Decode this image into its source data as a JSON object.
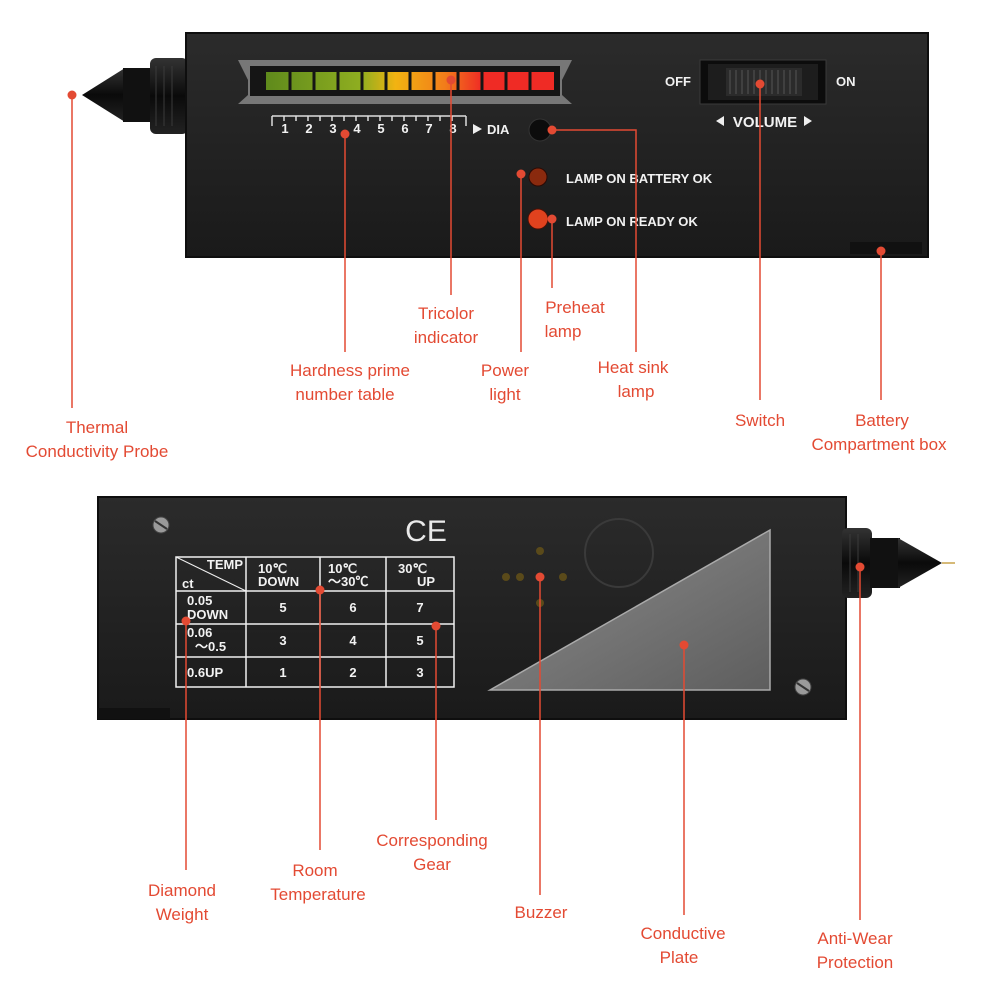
{
  "colors": {
    "callout": "#e34a33",
    "device_body": "#202020",
    "device_edge": "#0e0e0e",
    "indicator_green": "#7fb31f",
    "indicator_yellow": "#f2b311",
    "indicator_red": "#ef2b25"
  },
  "top_device": {
    "scale_numbers": [
      "1",
      "2",
      "3",
      "4",
      "5",
      "6",
      "7",
      "8"
    ],
    "scale_end_label": "DIA",
    "switch_off_label": "OFF",
    "switch_on_label": "ON",
    "volume_label": "VOLUME",
    "lamp_battery_label": "LAMP ON BATTERY OK",
    "lamp_ready_label": "LAMP ON READY OK"
  },
  "bottom_device": {
    "ce_mark": "CE",
    "table": {
      "corner_top": "TEMP",
      "corner_bottom": "ct",
      "columns": [
        [
          "10℃",
          "DOWN"
        ],
        [
          "10℃",
          "～30℃"
        ],
        [
          "30℃",
          "UP"
        ]
      ],
      "rows": [
        {
          "label": [
            "0.05",
            "DOWN"
          ],
          "values": [
            "5",
            "6",
            "7"
          ]
        },
        {
          "label": [
            "0.06",
            "～0.5"
          ],
          "values": [
            "3",
            "4",
            "5"
          ]
        },
        {
          "label": [
            "0.6UP",
            ""
          ],
          "values": [
            "1",
            "2",
            "3"
          ]
        }
      ]
    }
  },
  "callouts": {
    "thermal_probe": [
      "Thermal",
      "Conductivity Probe"
    ],
    "hardness_table": [
      "Hardness prime",
      "number table"
    ],
    "tricolor": [
      "Tricolor",
      "indicator"
    ],
    "power_light": [
      "Power",
      "light"
    ],
    "preheat_lamp": [
      "Preheat",
      "lamp"
    ],
    "heat_sink_lamp": [
      "Heat sink",
      "lamp"
    ],
    "switch": [
      "Switch"
    ],
    "battery_box": [
      "Battery",
      "Compartment box"
    ],
    "diamond_weight": [
      "Diamond",
      "Weight"
    ],
    "room_temperature": [
      "Room",
      "Temperature"
    ],
    "corresponding_gear": [
      "Corresponding",
      "Gear"
    ],
    "buzzer": [
      "Buzzer"
    ],
    "conductive_plate": [
      "Conductive",
      "Plate"
    ],
    "anti_wear": [
      "Anti-Wear",
      "Protection"
    ]
  }
}
